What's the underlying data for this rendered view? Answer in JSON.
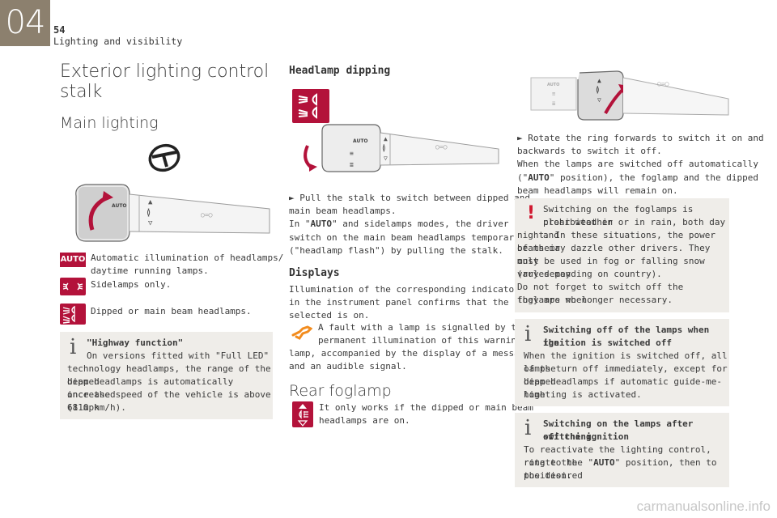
{
  "header": {
    "chapter_number": "04",
    "page_number": "54",
    "chapter_title": "Lighting and visibility"
  },
  "col1": {
    "title_line1": "Exterior lighting control",
    "title_line2": "stalk",
    "subtitle": "Main lighting",
    "legend": [
      {
        "icon": "AUTO",
        "text_line1": "Automatic illumination of headlamps/",
        "text_line2": "daytime running lamps."
      },
      {
        "icon": "sidelamps-icon",
        "text_line1": "Sidelamps only."
      },
      {
        "icon": "dipped-main-beam-icon",
        "text_line1": "Dipped or main beam headlamps."
      }
    ],
    "note": {
      "title": "\"Highway function\"",
      "lines": [
        "On versions fitted with \"Full LED\"",
        "technology headlamps, the range of the dipped",
        "beam headlamps is automatically increased",
        "once the speed of the vehicle is above 68 mph",
        "(110 km/h)."
      ]
    }
  },
  "col2": {
    "heading": "Headlamp dipping",
    "para1": [
      "►  Pull the stalk to switch between dipped and",
      "main beam headlamps.",
      "In \"AUTO\" and sidelamps modes, the driver can",
      "switch on the main beam headlamps temporarily",
      "(\"headlamp flash\") by pulling the stalk."
    ],
    "displays_heading": "Displays",
    "para2": [
      "Illumination of the corresponding indicator lamp",
      "in the instrument panel confirms that the lighting",
      "selected is on."
    ],
    "fault_lines": [
      "A fault with a lamp is signalled by the",
      "permanent illumination of this warning"
    ],
    "fault_rest": [
      "lamp, accompanied by the display of a message",
      "and an audible signal."
    ],
    "rear_heading": "Rear foglamp",
    "rear_text": [
      "It only works if the dipped or main beam",
      "headlamps are on."
    ]
  },
  "col3": {
    "para1": [
      "►  Rotate the ring forwards to switch it on and",
      "backwards to switch it off.",
      "When the lamps are switched off automatically",
      "(\"AUTO\" position), the foglamp and the dipped",
      "beam headlamps will remain on."
    ],
    "warning": [
      "Switching on the foglamps is prohibited in",
      "clear weather or in rain, both day and",
      "night. In these situations, the power of their",
      "beams may dazzle other drivers. They must",
      "only be used in fog or falling snow (rules may",
      "vary depending on country).",
      "Do not forget to switch off the foglamps when",
      "they are no longer necessary."
    ],
    "note2": {
      "title_line1": "Switching off of the lamps when the",
      "title_line2": "ignition is switched off",
      "lines": [
        "When the ignition is switched off, all of the",
        "lamps turn off immediately, except for dipped",
        "beam headlamps if automatic guide-me-home",
        "lighting is activated."
      ]
    },
    "note3": {
      "title_line1": "Switching on the lamps after switching",
      "title_line2": "off the ignition",
      "lines": [
        "To reactivate the lighting control, rotate the",
        "ring to the \"AUTO\" position, then to the desired",
        "position."
      ]
    }
  },
  "watermark": "carmanualsonline.info",
  "colors": {
    "chapter_tab": "#8c806e",
    "accent_red": "#b3123a",
    "warning_orange": "#f28c1e",
    "note_bg": "#efede9"
  }
}
